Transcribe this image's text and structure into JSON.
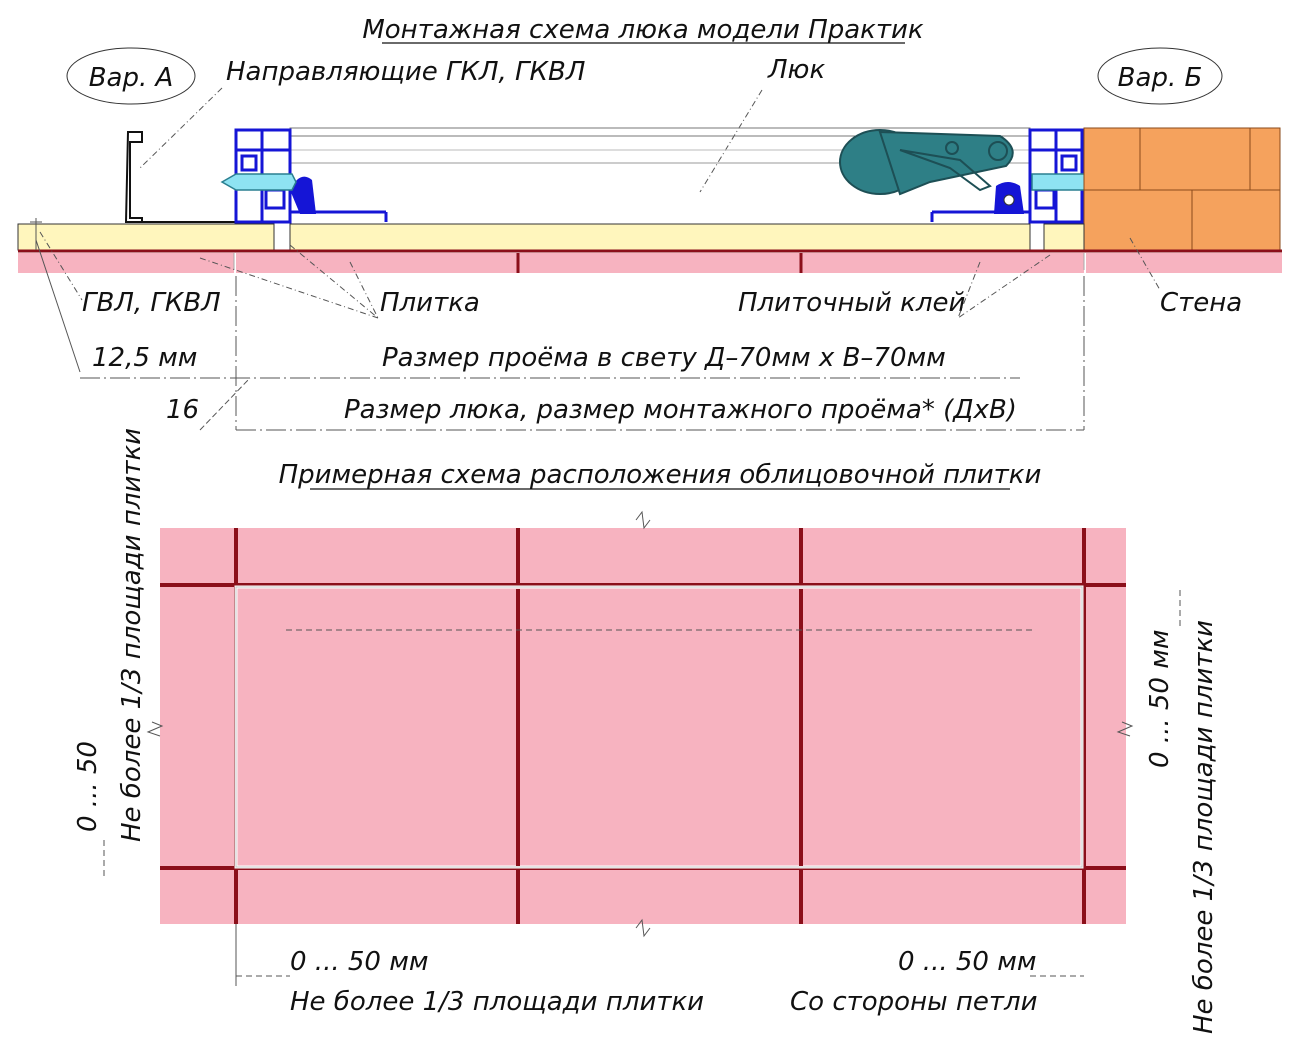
{
  "section": {
    "title": "Монтажная схема люка модели Практик",
    "var_a": "Вар. А",
    "var_b": "Вар. Б",
    "guides": "Направляющие ГКЛ, ГКВЛ",
    "hatch": "Люк",
    "gvl": "ГВЛ, ГКВЛ",
    "tile": "Плитка",
    "adhesive": "Плиточный клей",
    "wall": "Стена",
    "thickness": "12,5 мм",
    "opening": "Размер проёма в свету Д–70мм х В–70мм",
    "dim16": "16",
    "hatch_size": "Размер люка, размер монтажного проёма* (ДхВ)"
  },
  "layout_scheme": {
    "title": "Примерная схема расположения облицовочной плитки",
    "left_range": "0 ... 50",
    "left_note": "Не более 1/3 площади плитки",
    "right_range": "0 ... 50 мм",
    "right_note": "Не более 1/3 площади плитки",
    "bottom_left_range": "0 ... 50 мм",
    "bottom_left_note": "Не более 1/3 площади плитки",
    "bottom_right_range": "0 ... 50 мм",
    "bottom_right_note": "Со стороны петли"
  },
  "colors": {
    "tile": "#f7b3c0",
    "joint": "#8b0f1a",
    "board": "#fff6bd",
    "brick": "#f5a25d",
    "frame_blue": "#1515d6",
    "hinge_teal": "#2e7f86",
    "screw_cyan": "#8ee3f2"
  }
}
